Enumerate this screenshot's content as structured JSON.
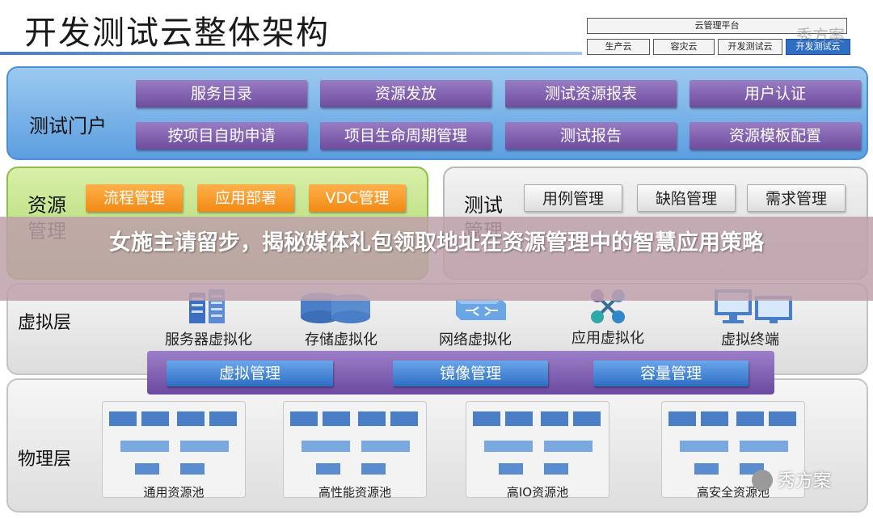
{
  "title": "开发测试云整体架构",
  "cloud_platform": {
    "top": "云管理平台",
    "items": [
      "生产云",
      "容灾云",
      "开发测试云",
      "开发测试云"
    ],
    "active_index": 3,
    "active_color": "#2e6fc4"
  },
  "watermark": "秀方案",
  "portal": {
    "label": "测试门户",
    "row1": [
      "服务目录",
      "资源发放",
      "测试资源报表",
      "用户认证"
    ],
    "row2": [
      "按项目自助申请",
      "项目生命周期管理",
      "测试报告",
      "资源模板配置"
    ]
  },
  "resource_mgmt": {
    "label_line1": "资源",
    "label_line2": "管理",
    "buttons": [
      "流程管理",
      "应用部署",
      "VDC管理"
    ]
  },
  "test_mgmt": {
    "label_line1": "测试",
    "label_line2": "管理",
    "buttons": [
      "用例管理",
      "缺陷管理",
      "需求管理"
    ]
  },
  "banner": "女施主请留步，揭秘媒体礼包领取地址在资源管理中的智慧应用策略",
  "virtual_layer": {
    "label": "虚拟层",
    "items": [
      {
        "name": "服务器虚拟化",
        "icon": "server-icon"
      },
      {
        "name": "存储虚拟化",
        "icon": "storage-icon"
      },
      {
        "name": "网络虚拟化",
        "icon": "network-switch-icon"
      },
      {
        "name": "应用虚拟化",
        "icon": "app-nodes-icon"
      },
      {
        "name": "虚拟终端",
        "icon": "monitor-icon"
      }
    ],
    "management": [
      "虚拟管理",
      "镜像管理",
      "容量管理"
    ]
  },
  "physical_layer": {
    "label": "物理层",
    "pools": [
      "通用资源池",
      "高性能资源池",
      "高IO资源池",
      "高安全资源池"
    ]
  },
  "colors": {
    "portal_bg": "#5c9ee0",
    "purple_button": "#6e4c9e",
    "orange_button": "#f08a14",
    "green_panel": "#a9d36a",
    "blue_button": "#2e6fc4"
  }
}
